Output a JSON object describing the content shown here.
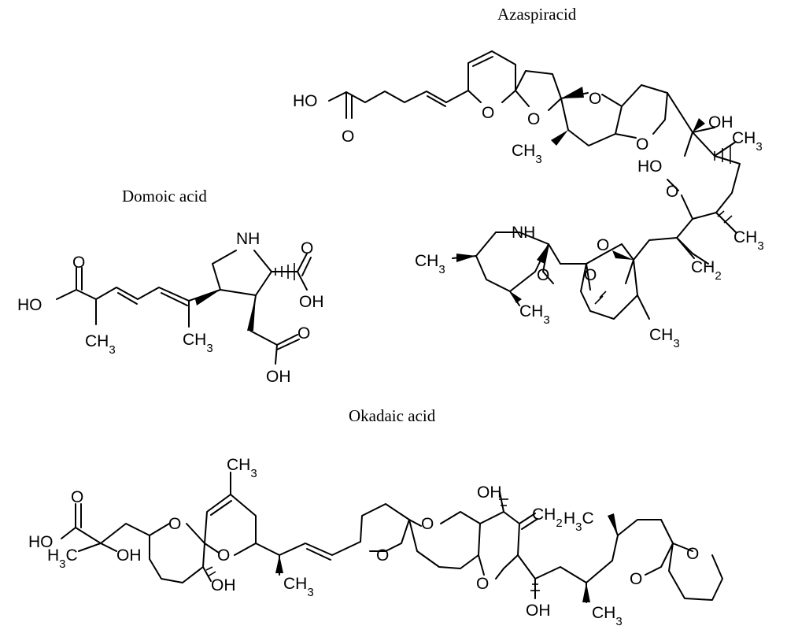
{
  "titles": {
    "azaspiracid": "Azaspiracid",
    "domoic": "Domoic acid",
    "okadaic": "Okadaic acid"
  },
  "azaspiracid_labels": {
    "ho_acid": "HO",
    "o_carbonyl": "O",
    "o_ring1": "O",
    "o_ring2": "O",
    "o_ring3": "O",
    "o_ring4": "O",
    "oh_side": "OH",
    "ch3_upper_left": "CH3",
    "ch3_upper_right": "CH3",
    "ho_mid": "HO",
    "o_ring5": "O",
    "ch3_right": "CH3",
    "ch2_exo": "CH2",
    "nh": "NH",
    "ch3_left": "CH3",
    "ch3_lower_a": "CH3",
    "o_bridge1": "O",
    "o_bridge2": "O",
    "o_bridge3": "O",
    "ch3_lower_b": "CH3"
  },
  "domoic_labels": {
    "nh": "NH",
    "o_top_right": "O",
    "oh_right": "OH",
    "o_left": "O",
    "ho_left": "HO",
    "ch3_left": "CH3",
    "ch3_mid": "CH3",
    "o_bottom": "O",
    "oh_bottom": "OH"
  },
  "okadaic_labels": {
    "o_acid": "O",
    "ho_acid": "HO",
    "h3c": "H3C",
    "oh_1": "OH",
    "ch3_top": "CH3",
    "o_1": "O",
    "o_2": "O",
    "oh_2": "OH",
    "ch3_mid": "CH3",
    "o_3": "O",
    "o_4": "O",
    "oh_top": "OH",
    "ch2": "CH2",
    "o_5": "O",
    "oh_bottom": "OH",
    "h3c_right": "H3C",
    "ch3_right": "CH3",
    "o_6": "O",
    "o_7": "O"
  }
}
